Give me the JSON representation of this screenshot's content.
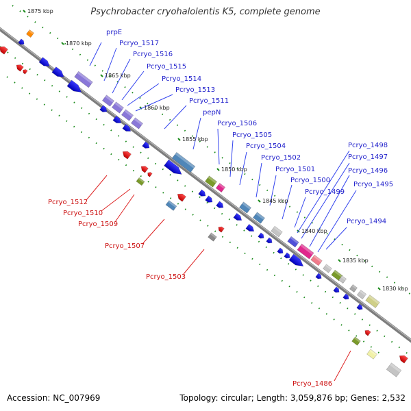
{
  "title": "Psychrobacter cryohalolentis K5, complete genome",
  "footer": {
    "accession": "Accession: NC_007969",
    "summary": "Topology: circular; Length: 3,059,876 bp; Genes: 2,532"
  },
  "colors": {
    "backbone": "#8a8a8a",
    "tick": "#1a8a1a",
    "blue_gene": "#1212e8",
    "red_gene": "#ee1111",
    "label_blue": "#2222cc",
    "label_red": "#cc1111",
    "leader_blue": "#3344ee",
    "leader_red": "#dd2222"
  },
  "kbp_ticks": [
    "1875 kbp",
    "1870 kbp",
    "1865 kbp",
    "1860 kbp",
    "1855 kbp",
    "1850 kbp",
    "1845 kbp",
    "1840 kbp",
    "1835 kbp",
    "1830 kbp"
  ],
  "upper_labels": [
    "prpE",
    "Pcryo_1517",
    "Pcryo_1516",
    "Pcryo_1515",
    "Pcryo_1514",
    "Pcryo_1513",
    "Pcryo_1511",
    "pepN",
    "Pcryo_1506",
    "Pcryo_1505",
    "Pcryo_1504",
    "Pcryo_1502",
    "Pcryo_1501",
    "Pcryo_1500",
    "Pcryo_1499",
    "Pcryo_1498",
    "Pcryo_1497",
    "Pcryo_1496",
    "Pcryo_1495",
    "Pcryo_1494"
  ],
  "lower_labels": [
    "Pcryo_1512",
    "Pcryo_1510",
    "Pcryo_1509",
    "Pcryo_1507",
    "Pcryo_1503",
    "Pcryo_1486"
  ]
}
